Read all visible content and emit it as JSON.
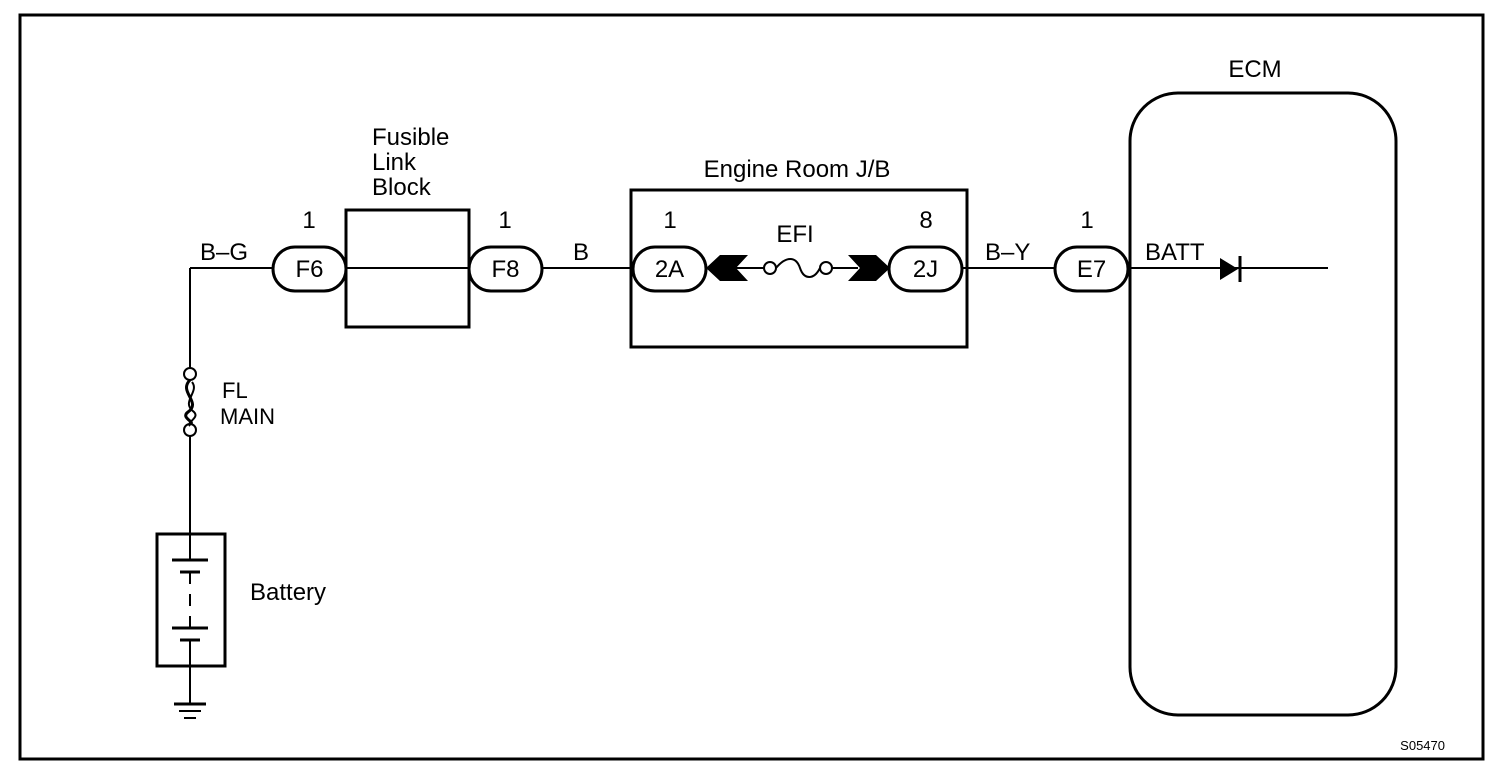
{
  "figure_id": "S05470",
  "battery": {
    "label": "Battery"
  },
  "fusible_main": {
    "line1": "FL",
    "line2": "MAIN"
  },
  "wire_colors": {
    "bg": "B–G",
    "b": "B",
    "by": "B–Y"
  },
  "fusible_link_block": {
    "line1": "Fusible",
    "line2": "Link",
    "line3": "Block"
  },
  "connectors": {
    "f6": {
      "name": "F6",
      "pin": "1"
    },
    "f8": {
      "name": "F8",
      "pin": "1"
    },
    "c2a": {
      "name": "2A",
      "pin": "1"
    },
    "c2j": {
      "name": "2J",
      "pin": "8"
    },
    "e7": {
      "name": "E7",
      "pin": "1"
    }
  },
  "engine_room_jb": {
    "label": "Engine Room J/B",
    "fuse": "EFI"
  },
  "ecm": {
    "label": "ECM",
    "terminal": "BATT"
  }
}
